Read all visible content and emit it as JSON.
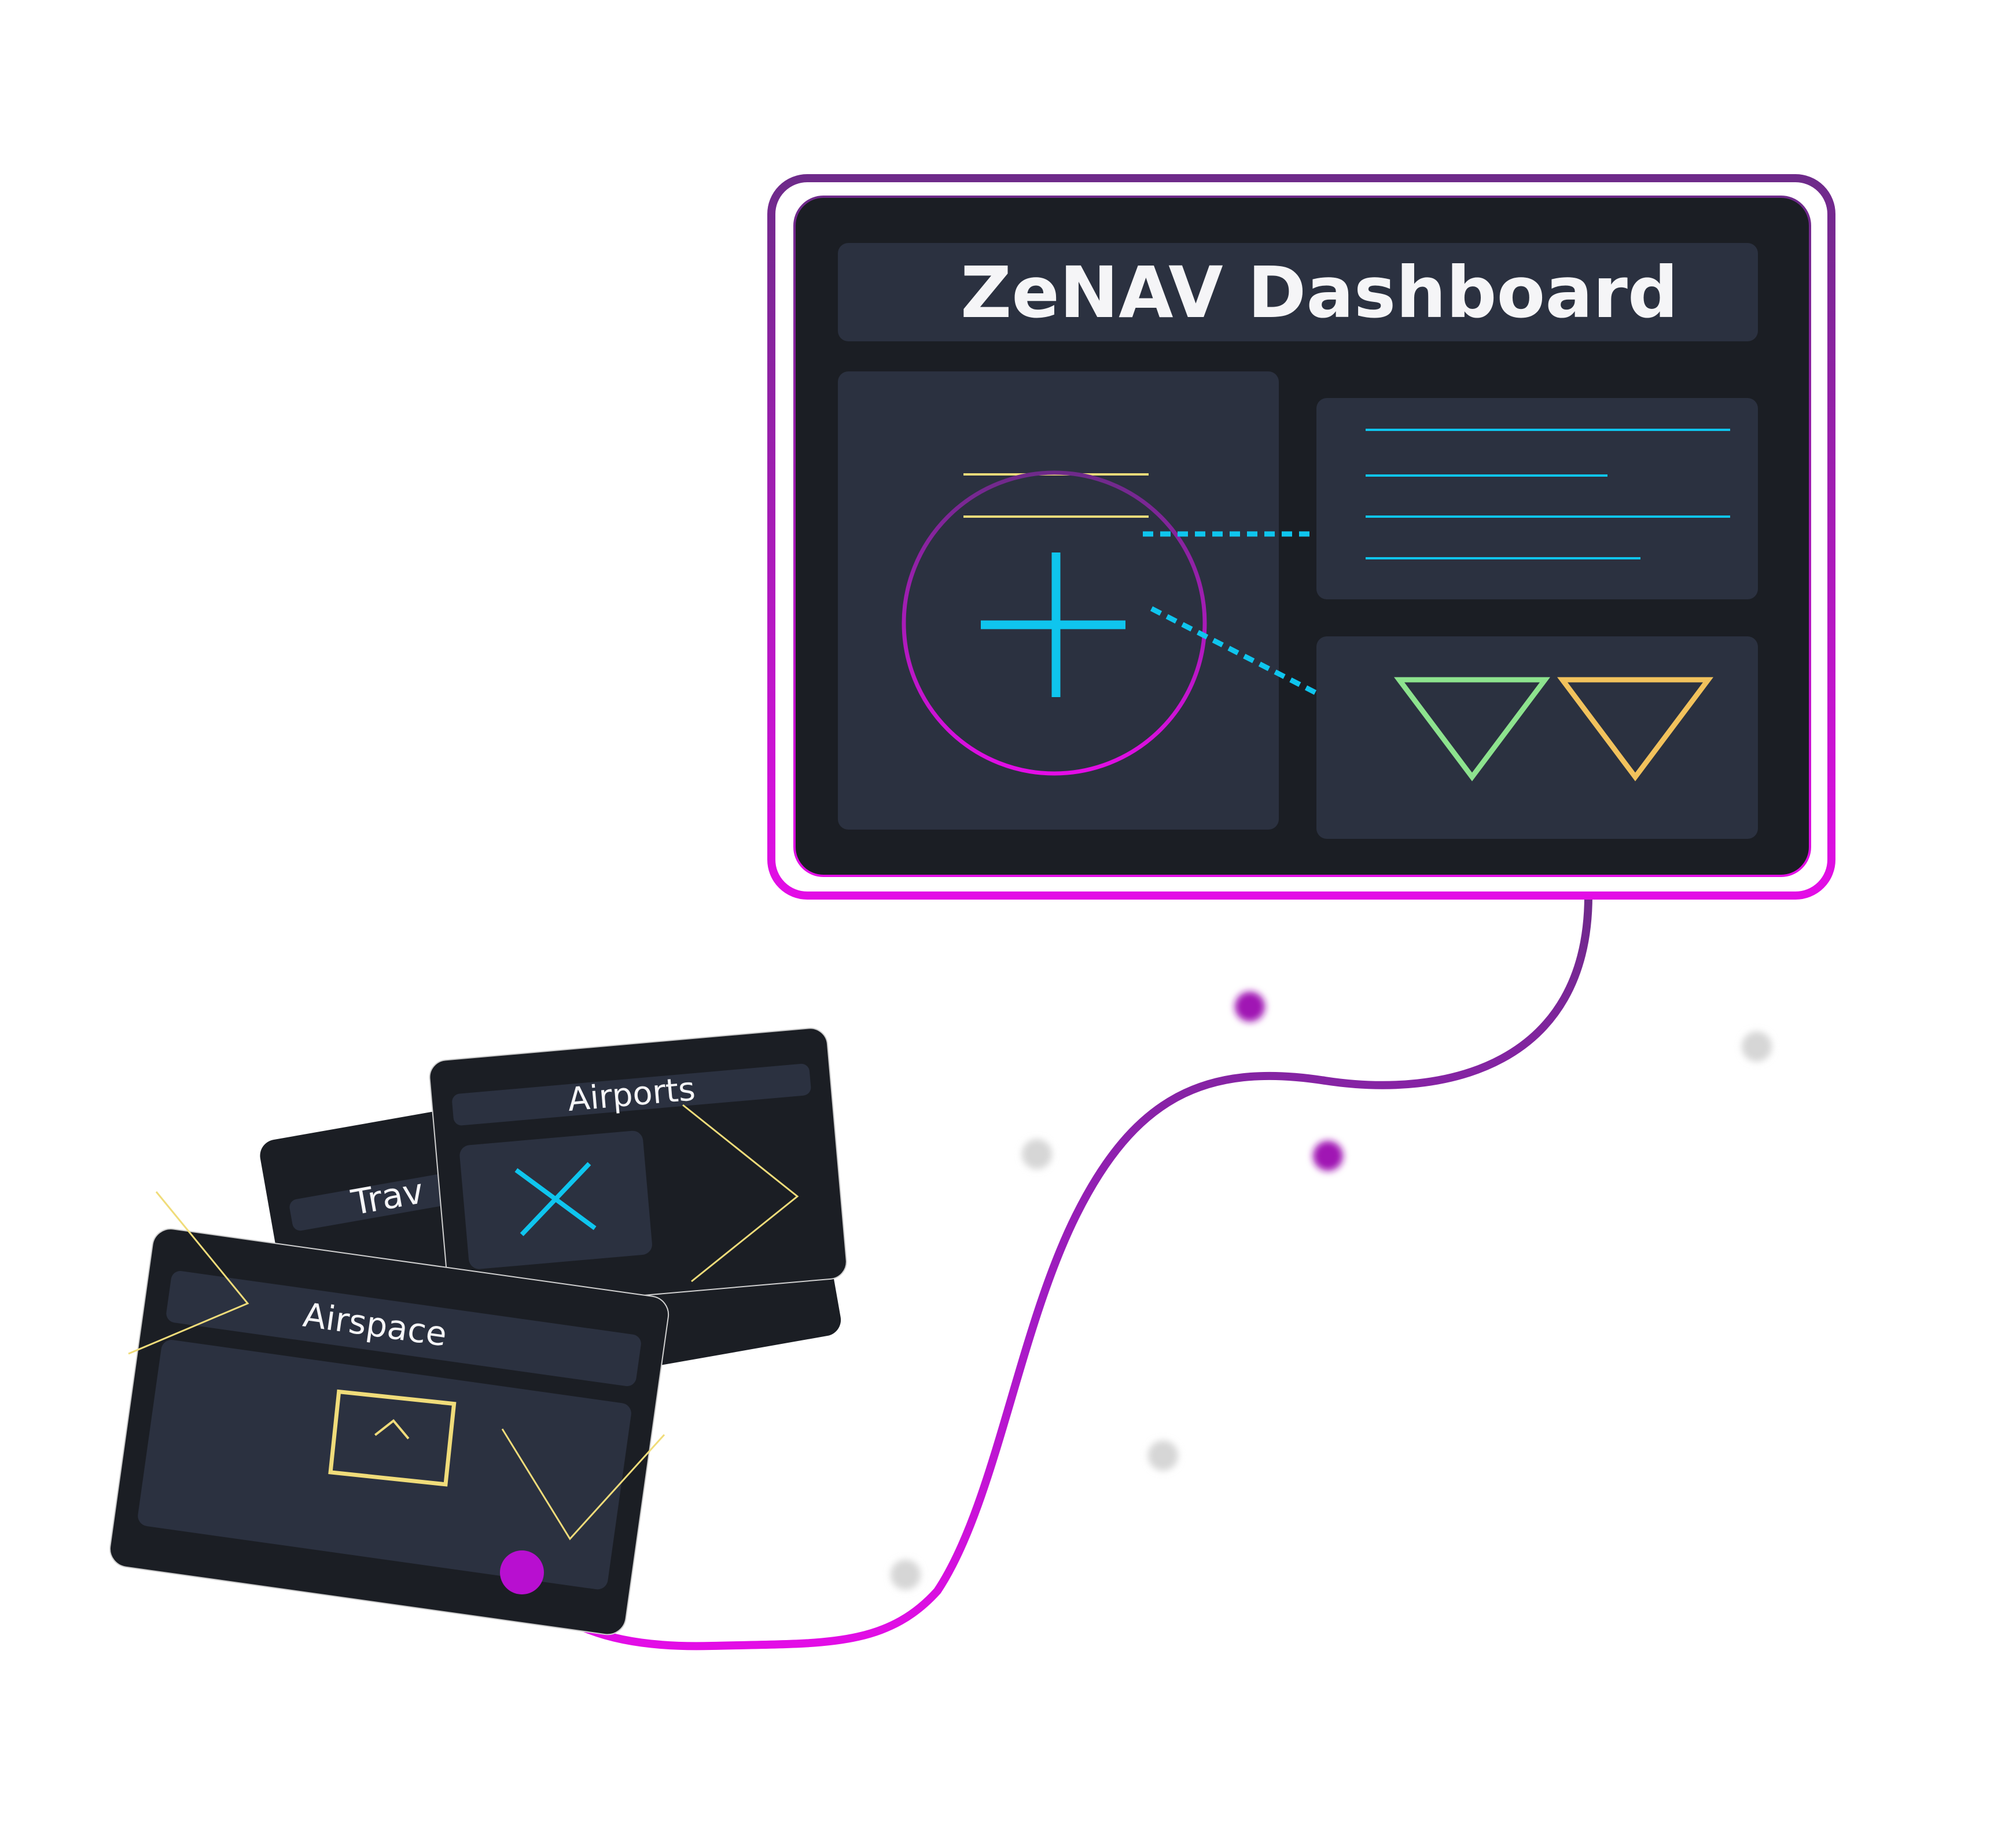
{
  "dashboard": {
    "title": "ZeNAV Dashboard"
  },
  "cards": {
    "airports": {
      "label": "Airports"
    },
    "travel": {
      "label": "Trav"
    },
    "airspace": {
      "label": "Airspace"
    }
  },
  "colors": {
    "panel_dark": "#1b1e24",
    "panel_mid": "#2b3140",
    "magenta": "#e30de6",
    "purple": "#6e2a8a",
    "cyan": "#0fc5ee",
    "yellow": "#f0dc7a",
    "green": "#8de38e",
    "amber": "#f2c25c",
    "text_light": "#f5f5f7",
    "dot_gray": "#d6d6d6"
  },
  "icons": {
    "plus": "plus-icon",
    "close": "close-icon",
    "chevron_up": "chevron-up-icon",
    "chevron_right": "chevron-right-icon",
    "triangle_down": "triangle-down-icon"
  }
}
